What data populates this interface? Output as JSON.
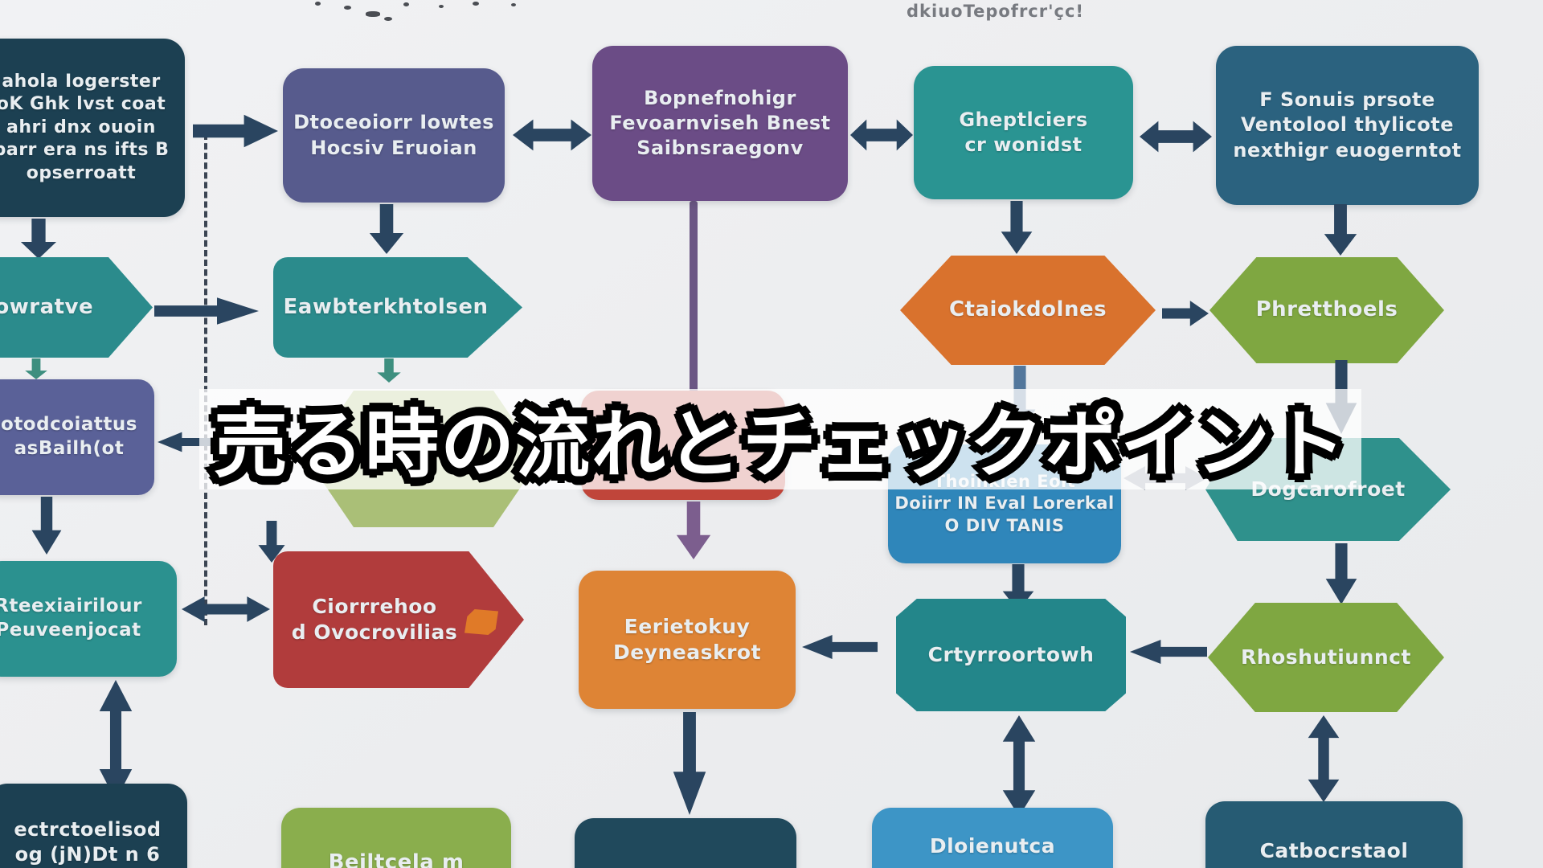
{
  "title": {
    "text": "売る時の流れとチェックポイント"
  },
  "top_note": {
    "text": "dkiuoTepofrcr'çc!"
  },
  "nodes": {
    "r1c1": {
      "lines": [
        "ahola Iogerster",
        "oK Ghk lvst coat",
        "ahri dnx ouoin",
        "barr era ns ifts B",
        "opserroatt"
      ]
    },
    "r1c2": {
      "lines": [
        "Dtoceoiorr Iowtes",
        "Hocsiv Eruoian"
      ]
    },
    "r1c3": {
      "lines": [
        "Bopnefnohigr",
        "Fevoarnviseh Bnest",
        "Saibnsraegonv"
      ]
    },
    "r1c4": {
      "lines": [
        "Gheptlciers",
        "cr wonidst"
      ]
    },
    "r1c5": {
      "lines": [
        "F Sonuis prsote",
        "Ventolool thylicote",
        "nexthigr euogerntot"
      ]
    },
    "r2c1": {
      "lines": [
        "Powratve"
      ]
    },
    "r2c2": {
      "lines": [
        "Eawbterkhtolsen"
      ]
    },
    "r2c4": {
      "lines": [
        "Ctaiokdolnes"
      ]
    },
    "r2c5": {
      "lines": [
        "Phretthoels"
      ]
    },
    "r3c1": {
      "lines": [
        "otodcoiattus",
        "asBailh(ot"
      ]
    },
    "r3c4": {
      "lines": [
        "Thoinkien Eoit",
        "Doiirr IN Eval Lorerkal",
        "O DIV TANIS"
      ]
    },
    "r3c5": {
      "lines": [
        "Dogcarofroet"
      ]
    },
    "r4c1": {
      "lines": [
        "Rteexiairilour",
        "Peuveenjocat"
      ]
    },
    "r4c2": {
      "lines": [
        "Ciorrrehoo",
        "d Ovocrovilias"
      ]
    },
    "r4c3": {
      "lines": [
        "Eerietokuy",
        "Deyneaskrot"
      ]
    },
    "r4c4": {
      "lines": [
        "Crtyrroortowh"
      ]
    },
    "r4c5": {
      "lines": [
        "Rhoshutiunnct"
      ]
    },
    "r5c1": {
      "lines": [
        "ectrctoelisod",
        "og (jN)Dt n 6"
      ]
    },
    "r5c2": {
      "lines": [
        "Beiltcela m"
      ]
    },
    "r5c4": {
      "lines": [
        "Dloienutca"
      ]
    },
    "r5c5": {
      "lines": [
        "Catbocrstaol"
      ]
    }
  },
  "palette": {
    "background": "#eef0f1",
    "navy_arrow": "#2a4560",
    "dark_box": "#1c4052",
    "slate_box": "#575b8d",
    "purple_box": "#6b4c86",
    "teal_box": "#2a9492",
    "steel_box": "#2b627f",
    "teal_shape": "#2b8b8c",
    "orange_hex": "#d9722d",
    "green_hex": "#7fa741",
    "slate_box2": "#5a6198",
    "washed_green_hex": "#aabf77",
    "red_box": "#c0453a",
    "blue_box": "#2f86ba",
    "teal_pentagon": "#2f918c",
    "red_arrow_shape": "#b13c3c",
    "orange_box": "#de8435",
    "teal_octagon": "#23868a",
    "bottom_green": "#8aae4d",
    "bottom_blue": "#3d95c6",
    "bottom_dark": "#20495c",
    "purple_arrow": "#7c5e8e",
    "title_fill": "#ffffff",
    "title_outline": "#000000",
    "title_band": "rgba(255,255,255,0.76)"
  }
}
